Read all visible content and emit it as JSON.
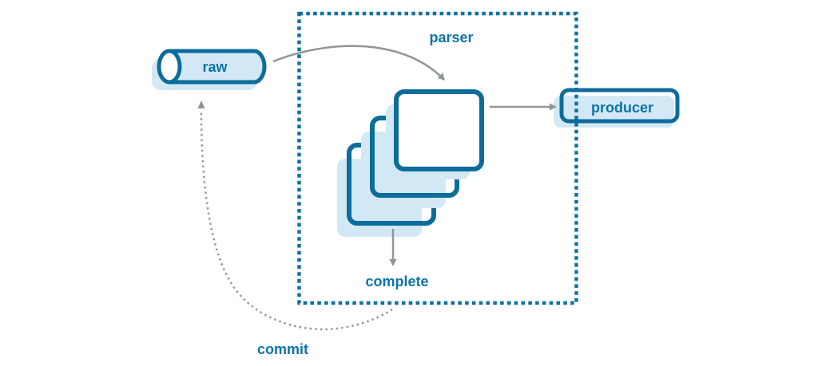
{
  "colors": {
    "background": "#ffffff",
    "stroke-blue": "#0c6c9c",
    "dash-blue": "#1071a1",
    "text-blue": "#0e73a6",
    "fill-light": "#d2e9f5",
    "arrow-gray": "#8f9796",
    "node-fill": "#ffffff"
  },
  "diagram": {
    "nodes": {
      "raw": {
        "label": "raw",
        "shape": "cylinder"
      },
      "parser": {
        "label": "parser",
        "shape": "dashed-container"
      },
      "message_stack": {
        "shape": "stacked-squares",
        "count": 3
      },
      "producer": {
        "label": "producer",
        "shape": "rounded-rectangle"
      },
      "complete": {
        "label": "complete",
        "shape": "text"
      },
      "commit": {
        "label": "commit",
        "shape": "text"
      }
    },
    "edges": [
      {
        "from": "raw",
        "to": "message_stack",
        "style": "solid-curve"
      },
      {
        "from": "message_stack",
        "to": "producer",
        "style": "solid-straight"
      },
      {
        "from": "message_stack",
        "to": "complete",
        "style": "solid-straight"
      },
      {
        "from": "complete",
        "to": "raw",
        "style": "dotted-curve",
        "label": "commit"
      }
    ]
  }
}
